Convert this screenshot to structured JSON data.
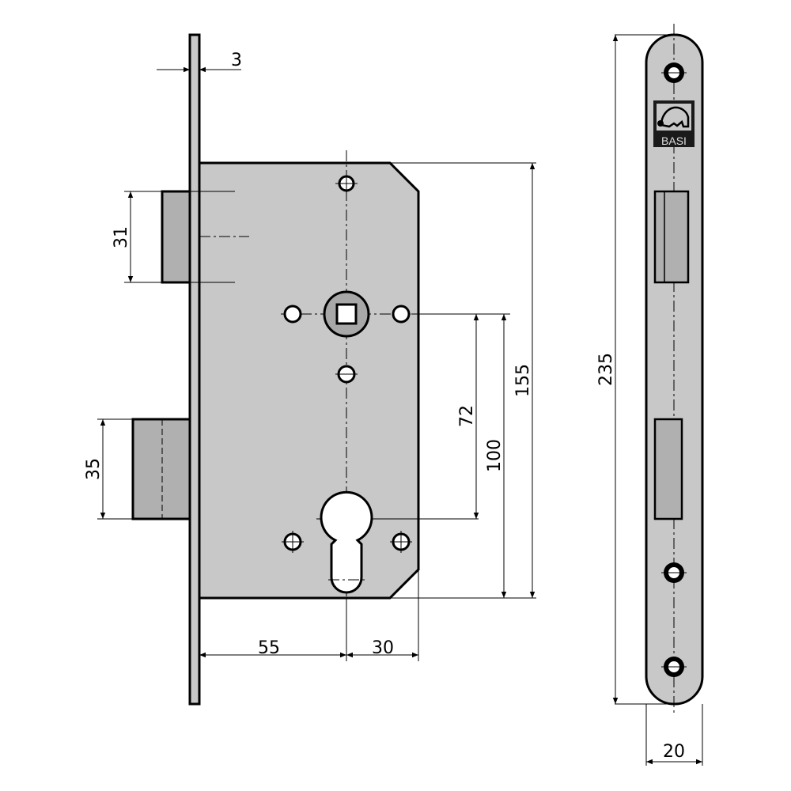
{
  "drawing": {
    "dimensions": {
      "faceplate_thickness": "3",
      "latch_height": "31",
      "bolt_height": "35",
      "handle_to_cylinder": "72",
      "handle_to_bottom": "100",
      "case_height": "155",
      "backset": "55",
      "cylinder_to_edge": "30",
      "strike_length": "235",
      "strike_width": "20"
    },
    "logo_text": "BASI",
    "colors": {
      "body": "#c8c8c8",
      "bolt": "#b0b0b0",
      "line": "#000000"
    }
  }
}
